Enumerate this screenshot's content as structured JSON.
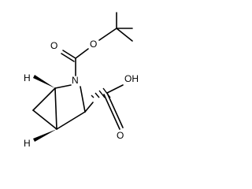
{
  "structure": {
    "atoms": {
      "nitrogen": "N",
      "carbonyl_oxygen": "O",
      "ester_oxygen": "O",
      "acid_hydroxyl": "OH",
      "acid_carbonyl_oxygen": "O",
      "bridgehead_h_top": "H",
      "bridgehead_h_bottom": "H"
    }
  },
  "colors": {
    "ink": "#000000",
    "background": "#ffffff"
  }
}
